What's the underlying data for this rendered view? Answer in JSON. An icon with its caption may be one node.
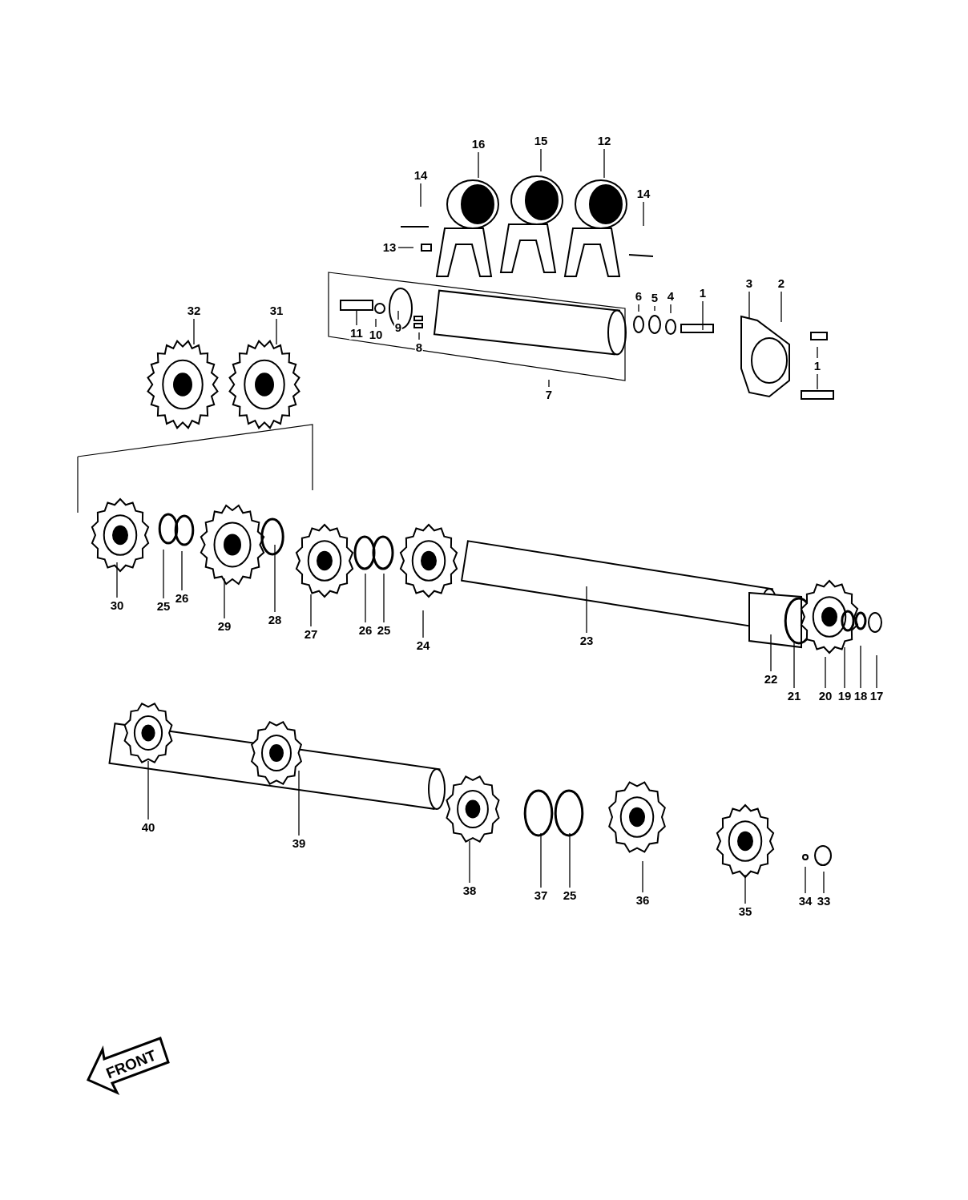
{
  "diagram": {
    "nodes": [
      {
        "text": [
          "16"
        ]
      },
      {
        "text": [
          "15"
        ]
      },
      {
        "text": [
          "12"
        ]
      },
      {
        "text": [
          "14"
        ]
      },
      {
        "text": [
          "14"
        ]
      },
      {
        "text": [
          "13"
        ]
      },
      {
        "text": [
          "11"
        ]
      },
      {
        "text": [
          "10"
        ]
      },
      {
        "text": [
          "9"
        ]
      },
      {
        "text": [
          "8"
        ]
      },
      {
        "text": [
          "6"
        ]
      },
      {
        "text": [
          "5"
        ]
      },
      {
        "text": [
          "4"
        ]
      },
      {
        "text": [
          "1"
        ]
      },
      {
        "text": [
          "3"
        ]
      },
      {
        "text": [
          "2"
        ]
      },
      {
        "text": [
          "1"
        ]
      },
      {
        "text": [
          "7"
        ]
      },
      {
        "text": [
          "32"
        ]
      },
      {
        "text": [
          "31"
        ]
      },
      {
        "text": [
          "30"
        ]
      },
      {
        "text": [
          "25"
        ]
      },
      {
        "text": [
          "26"
        ]
      },
      {
        "text": [
          "29"
        ]
      },
      {
        "text": [
          "28"
        ]
      },
      {
        "text": [
          "27"
        ]
      },
      {
        "text": [
          "26"
        ]
      },
      {
        "text": [
          "25"
        ]
      },
      {
        "text": [
          "24"
        ]
      },
      {
        "text": [
          "23"
        ]
      },
      {
        "text": [
          "22"
        ]
      },
      {
        "text": [
          "21"
        ]
      },
      {
        "text": [
          "20"
        ]
      },
      {
        "text": [
          "19"
        ]
      },
      {
        "text": [
          "18"
        ]
      },
      {
        "text": [
          "17"
        ]
      },
      {
        "text": [
          "40"
        ]
      },
      {
        "text": [
          "39"
        ]
      },
      {
        "text": [
          "38"
        ]
      },
      {
        "text": [
          "37"
        ]
      },
      {
        "text": [
          "25"
        ]
      },
      {
        "text": [
          "36"
        ]
      },
      {
        "text": [
          "35"
        ]
      },
      {
        "text": [
          "34"
        ]
      },
      {
        "text": [
          "33"
        ]
      }
    ],
    "edges": [
      {
        "from": 0,
        "to": null,
        "arrow": "none"
      },
      {
        "from": 1,
        "to": null,
        "arrow": "none"
      },
      {
        "from": 2,
        "to": null,
        "arrow": "none"
      },
      {
        "from": 3,
        "to": null,
        "arrow": "none"
      },
      {
        "from": 4,
        "to": null,
        "arrow": "none"
      },
      {
        "from": 5,
        "to": null,
        "arrow": "none"
      },
      {
        "from": 6,
        "to": null,
        "arrow": "none"
      },
      {
        "from": 7,
        "to": null,
        "arrow": "none"
      },
      {
        "from": 8,
        "to": null,
        "arrow": "none"
      },
      {
        "from": 9,
        "to": null,
        "arrow": "none"
      },
      {
        "from": 10,
        "to": null,
        "arrow": "none"
      },
      {
        "from": 11,
        "to": null,
        "arrow": "none"
      },
      {
        "from": 12,
        "to": null,
        "arrow": "none"
      },
      {
        "from": 13,
        "to": null,
        "arrow": "none"
      },
      {
        "from": 14,
        "to": null,
        "arrow": "none"
      },
      {
        "from": 15,
        "to": null,
        "arrow": "none"
      },
      {
        "from": 16,
        "to": null,
        "arrow": "none"
      },
      {
        "from": 16,
        "to": null,
        "arrow": "none"
      },
      {
        "from": 17,
        "to": null,
        "arrow": "none"
      },
      {
        "from": 18,
        "to": null,
        "arrow": "none"
      },
      {
        "from": 19,
        "to": null,
        "arrow": "none"
      },
      {
        "from": 20,
        "to": null,
        "arrow": "none"
      },
      {
        "from": 21,
        "to": null,
        "arrow": "none"
      },
      {
        "from": 22,
        "to": null,
        "arrow": "none"
      },
      {
        "from": 23,
        "to": null,
        "arrow": "none"
      },
      {
        "from": 24,
        "to": null,
        "arrow": "none"
      },
      {
        "from": 25,
        "to": null,
        "arrow": "none"
      },
      {
        "from": 26,
        "to": null,
        "arrow": "none"
      },
      {
        "from": 27,
        "to": null,
        "arrow": "none"
      },
      {
        "from": 28,
        "to": null,
        "arrow": "none"
      },
      {
        "from": 29,
        "to": null,
        "arrow": "none"
      },
      {
        "from": 30,
        "to": null,
        "arrow": "none"
      },
      {
        "from": 31,
        "to": null,
        "arrow": "none"
      },
      {
        "from": 32,
        "to": null,
        "arrow": "none"
      },
      {
        "from": 33,
        "to": null,
        "arrow": "none"
      },
      {
        "from": 34,
        "to": null,
        "arrow": "none"
      },
      {
        "from": 35,
        "to": null,
        "arrow": "none"
      },
      {
        "from": 36,
        "to": null,
        "arrow": "none"
      },
      {
        "from": 37,
        "to": null,
        "arrow": "none"
      },
      {
        "from": 38,
        "to": null,
        "arrow": "none"
      },
      {
        "from": 39,
        "to": null,
        "arrow": "none"
      },
      {
        "from": 40,
        "to": null,
        "arrow": "none"
      },
      {
        "from": 41,
        "to": null,
        "arrow": "none"
      },
      {
        "from": 42,
        "to": null,
        "arrow": "none"
      },
      {
        "from": 43,
        "to": null,
        "arrow": "none"
      },
      {
        "from": 44,
        "to": null,
        "arrow": "none"
      }
    ],
    "labels": [
      "FRONT"
    ]
  }
}
